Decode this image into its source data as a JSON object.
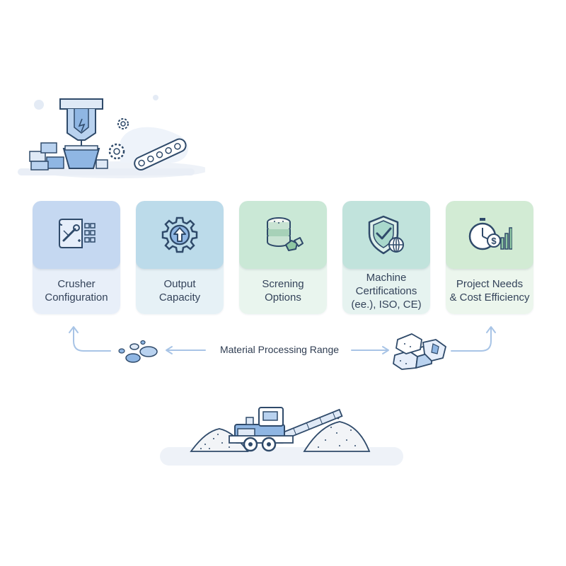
{
  "cards": [
    {
      "id": "crusher",
      "label": "Crusher\nConfiguration",
      "icon": "blueprint-wrench-icon",
      "top_color": "#c5d8f1",
      "bottom_color": "#e8eff9"
    },
    {
      "id": "output",
      "label": "Output\nCapacity",
      "icon": "gear-arrow-up-icon",
      "top_color": "#bcdbea",
      "bottom_color": "#e6f1f6"
    },
    {
      "id": "screening",
      "label": "Screning\nOptions",
      "icon": "stacked-discs-stones-icon",
      "top_color": "#cae8d6",
      "bottom_color": "#e9f5ee"
    },
    {
      "id": "certs",
      "label": "Machine\nCertifications\n(ee.), ISO, CE)",
      "icon": "shield-check-globe-icon",
      "top_color": "#c1e3dc",
      "bottom_color": "#e6f3f0"
    },
    {
      "id": "project",
      "label": "Project Needs\n& Cost Efficiency",
      "icon": "stopwatch-dollar-chart-icon",
      "top_color": "#d2ebd4",
      "bottom_color": "#ecf6ed"
    }
  ],
  "flow": {
    "label": "Material Processing Range"
  },
  "illustrations": {
    "top": "crusher-machine-illustration",
    "bottom": "mobile-screener-illustration",
    "left_small": "pebbles-icon",
    "right_small": "stone-blocks-icon"
  },
  "colors": {
    "line": "#2f4a6a",
    "accent_blue": "#8fb6e3",
    "arrow": "#a8c4e6",
    "shadow": "#e7edf5"
  }
}
